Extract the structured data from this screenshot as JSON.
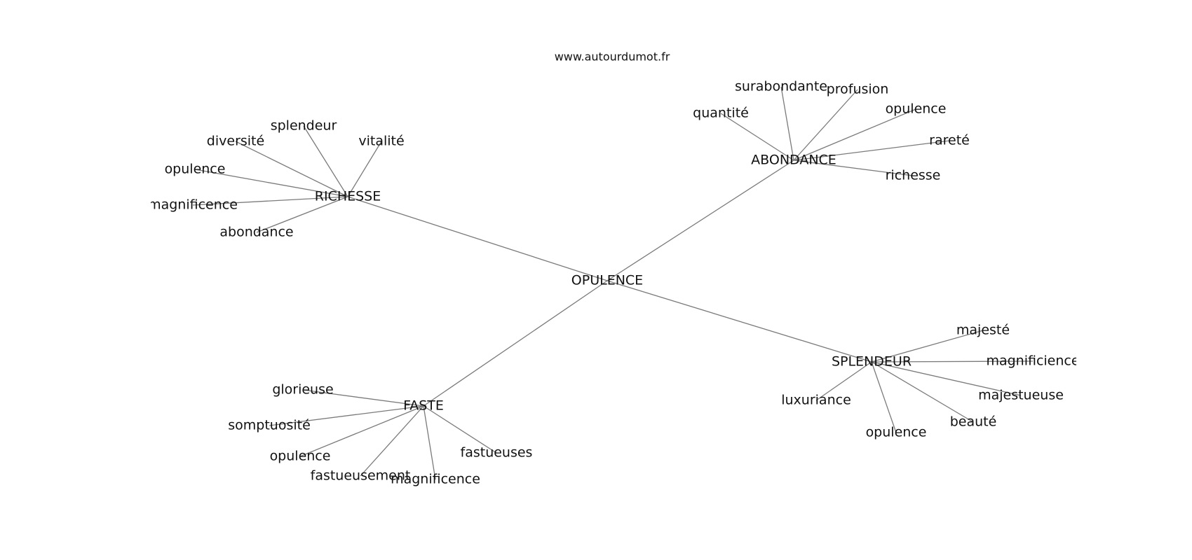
{
  "source": "www.autourdumot.fr",
  "colors": {
    "edge": "#7a7a7a",
    "text": "#111111",
    "background": "#ffffff"
  },
  "graph": {
    "center": "OPULENCE",
    "hubs": [
      {
        "label": "RICHESSE",
        "leaves": [
          "splendeur",
          "vitalité",
          "diversité",
          "opulence",
          "magnificence",
          "abondance"
        ]
      },
      {
        "label": "ABONDANCE",
        "leaves": [
          "surabondante",
          "profusion",
          "opulence",
          "rareté",
          "richesse",
          "quantité"
        ]
      },
      {
        "label": "SPLENDEUR",
        "leaves": [
          "majesté",
          "magnificience",
          "majestueuse",
          "beauté",
          "opulence",
          "luxuriance"
        ]
      },
      {
        "label": "FASTE",
        "leaves": [
          "glorieuse",
          "somptuosité",
          "opulence",
          "fastueusement",
          "magnificence",
          "fastueuses"
        ]
      }
    ]
  }
}
